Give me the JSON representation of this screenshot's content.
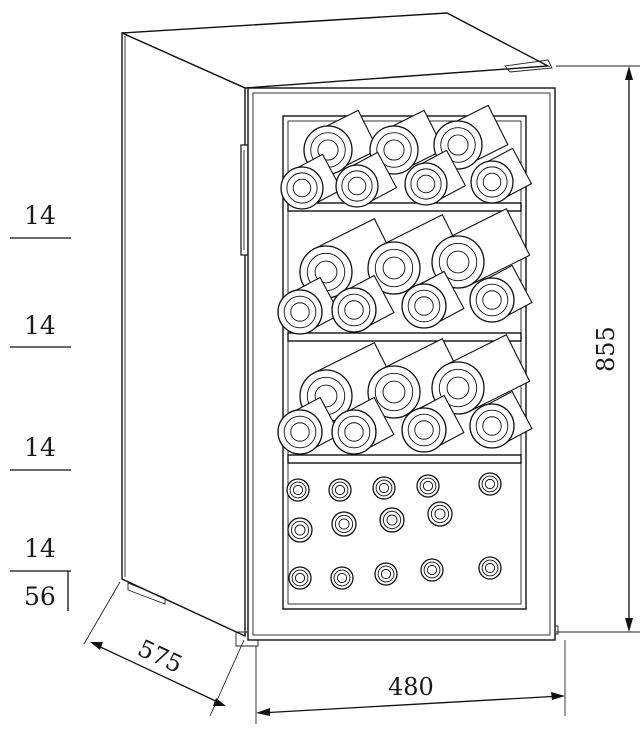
{
  "shelf_capacity": {
    "items": [
      {
        "count": "14"
      },
      {
        "count": "14"
      },
      {
        "count": "14"
      },
      {
        "count": "14"
      }
    ],
    "total": "56"
  },
  "dimensions": {
    "height": "855",
    "width": "480",
    "depth": "575"
  }
}
